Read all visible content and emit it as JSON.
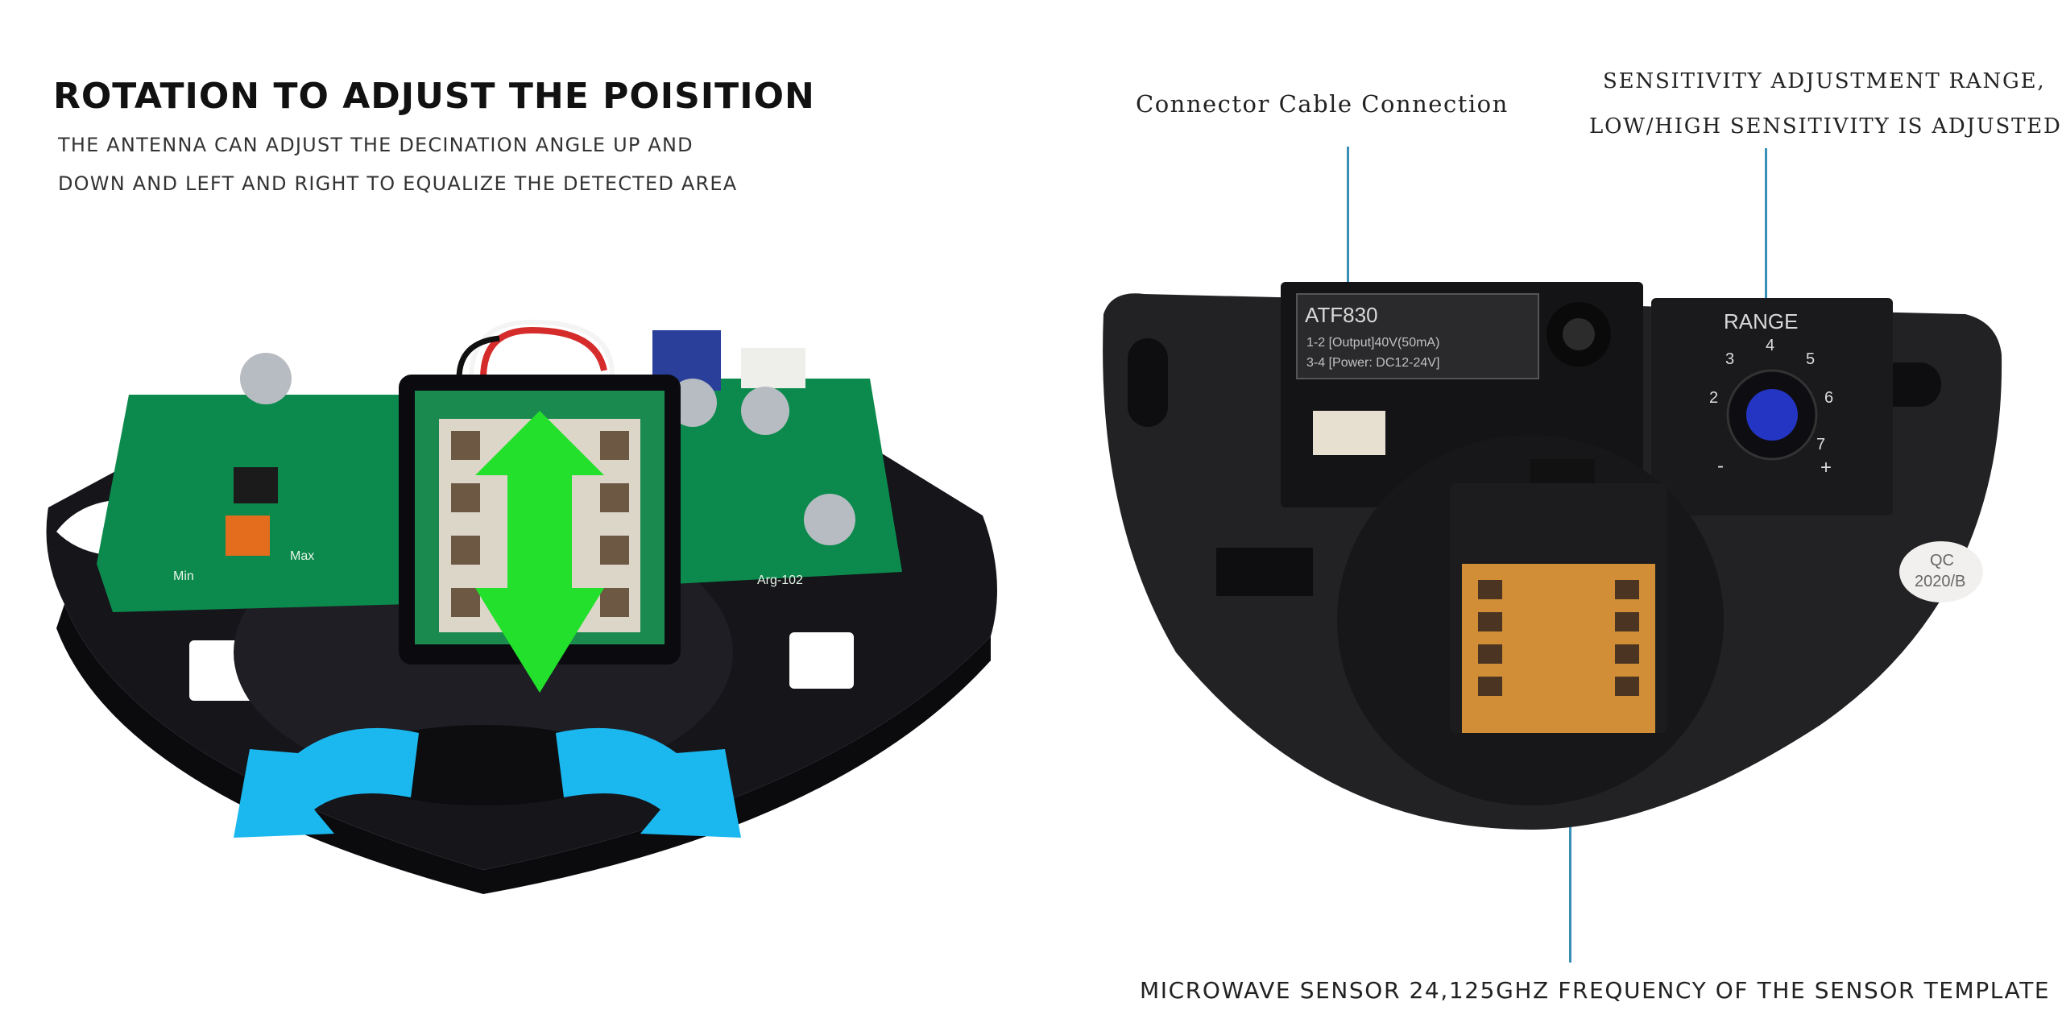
{
  "left_panel": {
    "title": "ROTATION TO ADJUST THE POISITION",
    "subtitle_line1": "THE ANTENNA CAN ADJUST THE DECINATION  ANGLE UP AND",
    "subtitle_line2": "DOWN AND LEFT AND RIGHT TO EQUALIZE THE DETECTED AREA",
    "board_left_labels": [
      "Min",
      "Max"
    ],
    "board_right_label": "Arg-102",
    "arrow_colors": {
      "vertical": "#22e02b",
      "rotation": "#1bb8ef"
    }
  },
  "right_panel": {
    "connector_label": "Connector Cable Connection",
    "sensitivity_line1": "SENSITIVITY ADJUSTMENT RANGE,",
    "sensitivity_line2": "LOW/HIGH SENSITIVITY IS ADJUSTED",
    "microwave_label": "MICROWAVE SENSOR 24,125GHZ FREQUENCY OF THE SENSOR TEMPLATE",
    "module_model": "ATF830",
    "module_spec1": "1-2 [Output]40V(50mA)",
    "module_spec2": "3-4 [Power: DC12-24V]",
    "range_label": "RANGE",
    "dial_numbers": [
      "2",
      "3",
      "4",
      "5",
      "6",
      "7",
      "-",
      "+"
    ],
    "qc_line1": "QC",
    "qc_line2": "2020/B",
    "line_color": "#3a8fb6"
  }
}
